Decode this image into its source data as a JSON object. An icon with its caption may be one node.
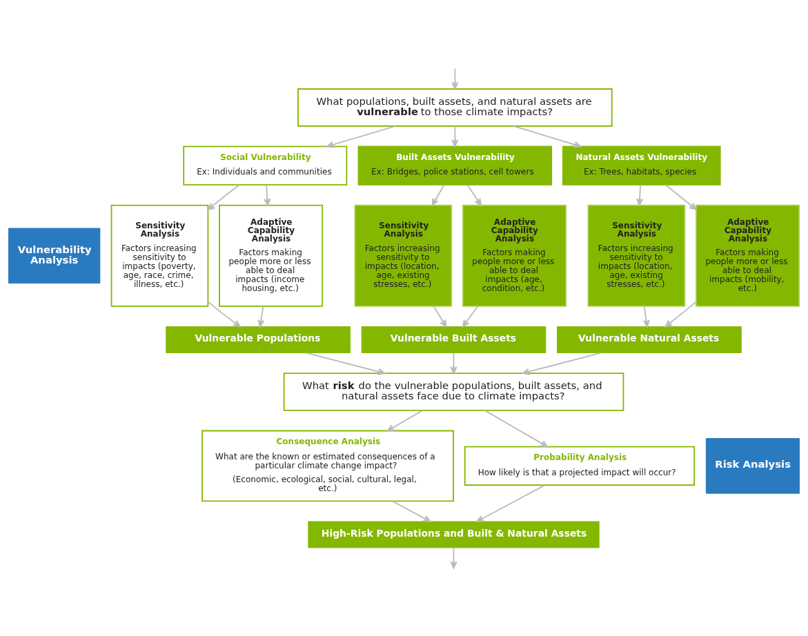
{
  "diagram": {
    "nodes": [
      {
        "text": [
          "Vulnerability Analysis"
        ]
      },
      {
        "text": [
          "What populations, built assets, and natural assets are **vulnerable** to those climate impacts?"
        ]
      },
      {
        "text": [
          "Social Vulnerability",
          "Ex: Individuals and communities"
        ]
      },
      {
        "text": [
          "Sensitivity Analysis",
          "Factors increasing sensitivity to impacts (poverty, age, race, crime, illness, etc.)"
        ]
      },
      {
        "text": [
          "Adaptive Capability Analysis",
          "Factors making people more or less able to deal impacts (income housing, etc.)"
        ]
      },
      {
        "text": [
          "Built Assets Vulnerability",
          "Ex: Bridges, police stations, cell towers"
        ]
      },
      {
        "text": [
          "Sensitivity Analysis",
          "Factors increasing sensitivity to impacts (location, age, existing stresses, etc.)"
        ]
      },
      {
        "text": [
          "Adaptive Capability Analysis",
          "Factors making people more or less able to deal impacts (age, condition, etc.)"
        ]
      },
      {
        "text": [
          "Natural Assets Vulnerability",
          "Ex: Trees, habitats, species"
        ]
      },
      {
        "text": [
          "Sensitivity Analysis",
          "Factors increasing sensitivity to impacts (location, age, existing stresses, etc.)"
        ]
      },
      {
        "text": [
          "Adaptive Capability Analysis",
          "Factors making people more or less able to deal impacts (mobility, etc.)"
        ]
      },
      {
        "text": [
          "Vulnerable Populations"
        ]
      },
      {
        "text": [
          "Vulnerable Built Assets"
        ]
      },
      {
        "text": [
          "Vulnerable Natural Assets"
        ]
      },
      {
        "text": [
          "Risk Analysis"
        ]
      },
      {
        "text": [
          "What **risk** do the vulnerable populations, built assets, and natural assets face due to climate impacts?"
        ]
      },
      {
        "text": [
          "Consequence Analysis",
          "What are the known or estimated consequences of a particular climate change impact?",
          "(Economic, ecological, social, cultural, legal, etc.)"
        ]
      },
      {
        "text": [
          "Probability Analysis",
          "How likely is that a projected impact will occur?"
        ]
      },
      {
        "text": [
          "High-Risk Populations and Built & Natural Assets"
        ]
      }
    ],
    "edges": [
      {
        "from": null,
        "to": 1,
        "arrow": "to"
      },
      {
        "from": 1,
        "to": 2,
        "arrow": "to"
      },
      {
        "from": 1,
        "to": 5,
        "arrow": "to"
      },
      {
        "from": 1,
        "to": 8,
        "arrow": "to"
      },
      {
        "from": 2,
        "to": 3,
        "arrow": "to"
      },
      {
        "from": 2,
        "to": 4,
        "arrow": "to"
      },
      {
        "from": 5,
        "to": 6,
        "arrow": "to"
      },
      {
        "from": 5,
        "to": 7,
        "arrow": "to"
      },
      {
        "from": 8,
        "to": 9,
        "arrow": "to"
      },
      {
        "from": 8,
        "to": 10,
        "arrow": "to"
      },
      {
        "from": 3,
        "to": 11,
        "arrow": "to"
      },
      {
        "from": 4,
        "to": 11,
        "arrow": "to"
      },
      {
        "from": 6,
        "to": 12,
        "arrow": "to"
      },
      {
        "from": 7,
        "to": 12,
        "arrow": "to"
      },
      {
        "from": 9,
        "to": 13,
        "arrow": "to"
      },
      {
        "from": 10,
        "to": 13,
        "arrow": "to"
      },
      {
        "from": 11,
        "to": 15,
        "arrow": "to"
      },
      {
        "from": 12,
        "to": 15,
        "arrow": "to"
      },
      {
        "from": 13,
        "to": 15,
        "arrow": "to"
      },
      {
        "from": 15,
        "to": 16,
        "arrow": "to"
      },
      {
        "from": 15,
        "to": 17,
        "arrow": "to"
      },
      {
        "from": 16,
        "to": 18,
        "arrow": "to"
      },
      {
        "from": 17,
        "to": 18,
        "arrow": "to"
      },
      {
        "from": 18,
        "to": null,
        "arrow": "to"
      }
    ]
  }
}
